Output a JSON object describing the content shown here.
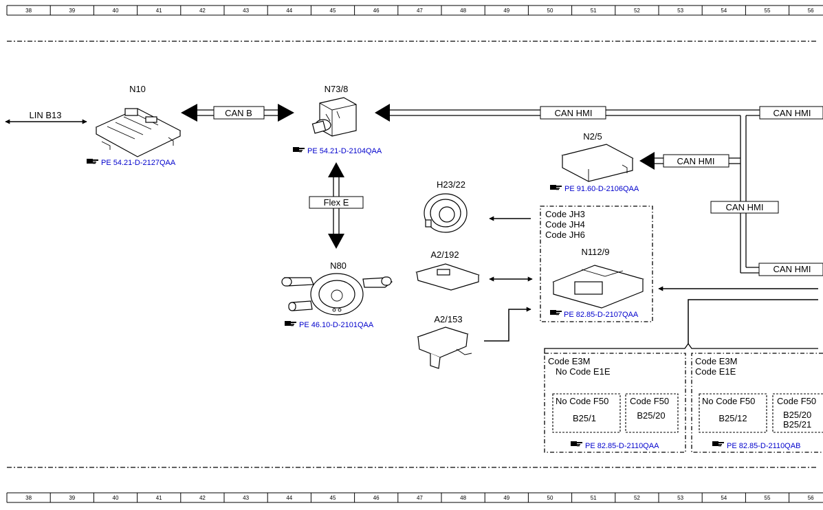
{
  "ruler": {
    "numbers": [
      "38",
      "39",
      "40",
      "41",
      "42",
      "43",
      "44",
      "45",
      "46",
      "47",
      "48",
      "49",
      "50",
      "51",
      "52",
      "53",
      "54",
      "55",
      "56"
    ]
  },
  "components": {
    "n10": {
      "name": "N10",
      "ref": "PE 54.21-D-2127QAA"
    },
    "n73_8": {
      "name": "N73/8",
      "ref": "PE 54.21-D-2104QAA"
    },
    "n2_5": {
      "name": "N2/5",
      "ref": "PE 91.60-D-2106QAA"
    },
    "h23_22": {
      "name": "H23/22"
    },
    "a2_192": {
      "name": "A2/192"
    },
    "a2_153": {
      "name": "A2/153"
    },
    "n80": {
      "name": "N80",
      "ref": "PE 46.10-D-2101QAA"
    },
    "n112_9": {
      "name": "N112/9",
      "ref": "PE 82.85-D-2107QAA",
      "codes": [
        "Code JH3",
        "Code JH4",
        "Code JH6"
      ]
    }
  },
  "buses": {
    "lin_b13": "LIN B13",
    "can_b": "CAN B",
    "can_hmi": "CAN HMI",
    "flex_e": "Flex E"
  },
  "variant_left": {
    "line1": "Code E3M",
    "line2": "No Code E1E",
    "sub_a_title": "No Code F50",
    "sub_a_item": "B25/1",
    "sub_b_title": "Code F50",
    "sub_b_item": "B25/20",
    "ref": "PE 82.85-D-2110QAA"
  },
  "variant_right": {
    "line1": "Code E3M",
    "line2": "Code E1E",
    "sub_a_title": "No Code F50",
    "sub_a_item": "B25/12",
    "sub_b_title": "Code F50",
    "sub_b_item1": "B25/20",
    "sub_b_item2": "B25/21",
    "ref": "PE 82.85-D-2110QAB"
  },
  "colors": {
    "reference_link": "#0000cc",
    "line": "#000000",
    "background": "#ffffff"
  }
}
